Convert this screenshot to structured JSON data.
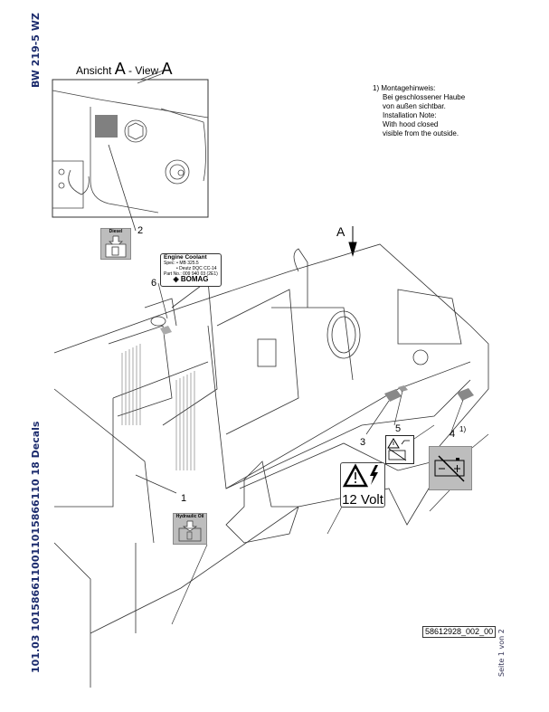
{
  "header": {
    "model": "BW 219-5 WZ",
    "parts_reference": "101.03 1015866110011015866110 18 Decals",
    "page_indicator": "Seite 1 von 2"
  },
  "view": {
    "title_prefix": "Ansicht ",
    "letter": "A",
    "title_mid": " - View ",
    "letter2": "A",
    "arrow_label": "A"
  },
  "note": {
    "marker": "1)",
    "lines_de": [
      "Montagehinweis:",
      "Bei geschlossener Haube",
      "von außen sichtbar."
    ],
    "lines_en": [
      "Installation Note:",
      "With hood closed",
      "visible from the outside."
    ]
  },
  "callouts": [
    "1",
    "2",
    "3",
    "4",
    "5",
    "6"
  ],
  "callout_4_note": "1)",
  "decals": {
    "coolant": {
      "title": "Engine Coolant",
      "line1": "Spec:   • MB 325.5",
      "line2": "• Deutz DQC CC-14",
      "part": "Part No.: 009 940 03 (2E1)",
      "brand": "BOMAG"
    },
    "diesel": {
      "title": "Diesel"
    },
    "hydraulic": {
      "title": "Hydraulic Oil"
    },
    "voltage": {
      "text": "12 Volt"
    }
  },
  "drawing_number": "58612928_002_00"
}
